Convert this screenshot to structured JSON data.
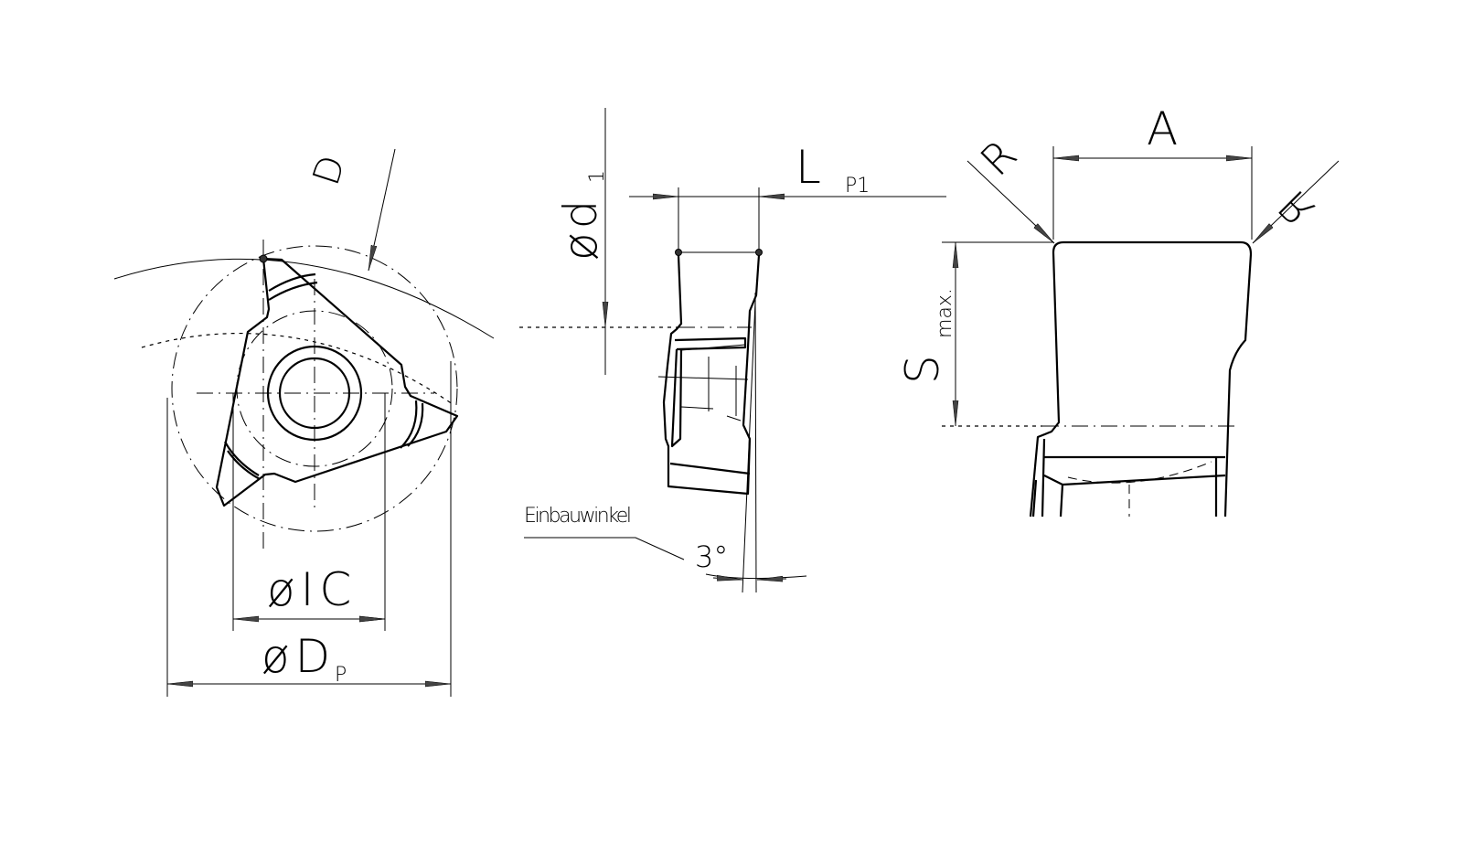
{
  "drawing": {
    "top_view": {
      "label_d": "D",
      "label_ic": "øIC",
      "label_dp": "øD",
      "label_dp_sub": "P"
    },
    "side_view": {
      "label_d1": "ød",
      "label_d1_sub": "1",
      "label_l": "L",
      "label_l_sub": "P1",
      "label_angle_note": "Einbauwinkel",
      "label_angle": "3°"
    },
    "front_view": {
      "label_a": "A",
      "label_r_left": "R",
      "label_r_right": "R",
      "label_s": "S",
      "label_s_sub": "max."
    }
  }
}
